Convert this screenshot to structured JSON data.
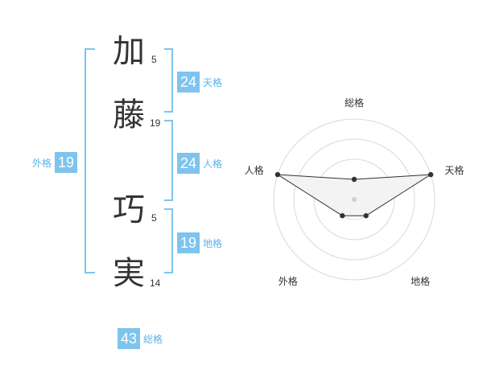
{
  "name_chars": [
    {
      "char": "加",
      "strokes": "5"
    },
    {
      "char": "藤",
      "strokes": "19"
    },
    {
      "char": "巧",
      "strokes": "5"
    },
    {
      "char": "実",
      "strokes": "14"
    }
  ],
  "fortunes": {
    "tenkaku": {
      "value": "24",
      "label": "天格"
    },
    "jinkaku": {
      "value": "24",
      "label": "人格"
    },
    "chikaku": {
      "value": "19",
      "label": "地格"
    },
    "gaikaku": {
      "value": "19",
      "label": "外格"
    },
    "soukaku": {
      "value": "43",
      "label": "総格"
    }
  },
  "colors": {
    "accent": "#7ec4ee",
    "accent_text": "#5ab2e8",
    "bracket": "#7ec4ee",
    "radar_fill": "#f2f2f2"
  },
  "chart_data": {
    "type": "radar",
    "axes": [
      "総格",
      "天格",
      "地格",
      "外格",
      "人格"
    ],
    "values": [
      0.25,
      1.0,
      0.25,
      0.25,
      1.0
    ],
    "rings": 4
  }
}
